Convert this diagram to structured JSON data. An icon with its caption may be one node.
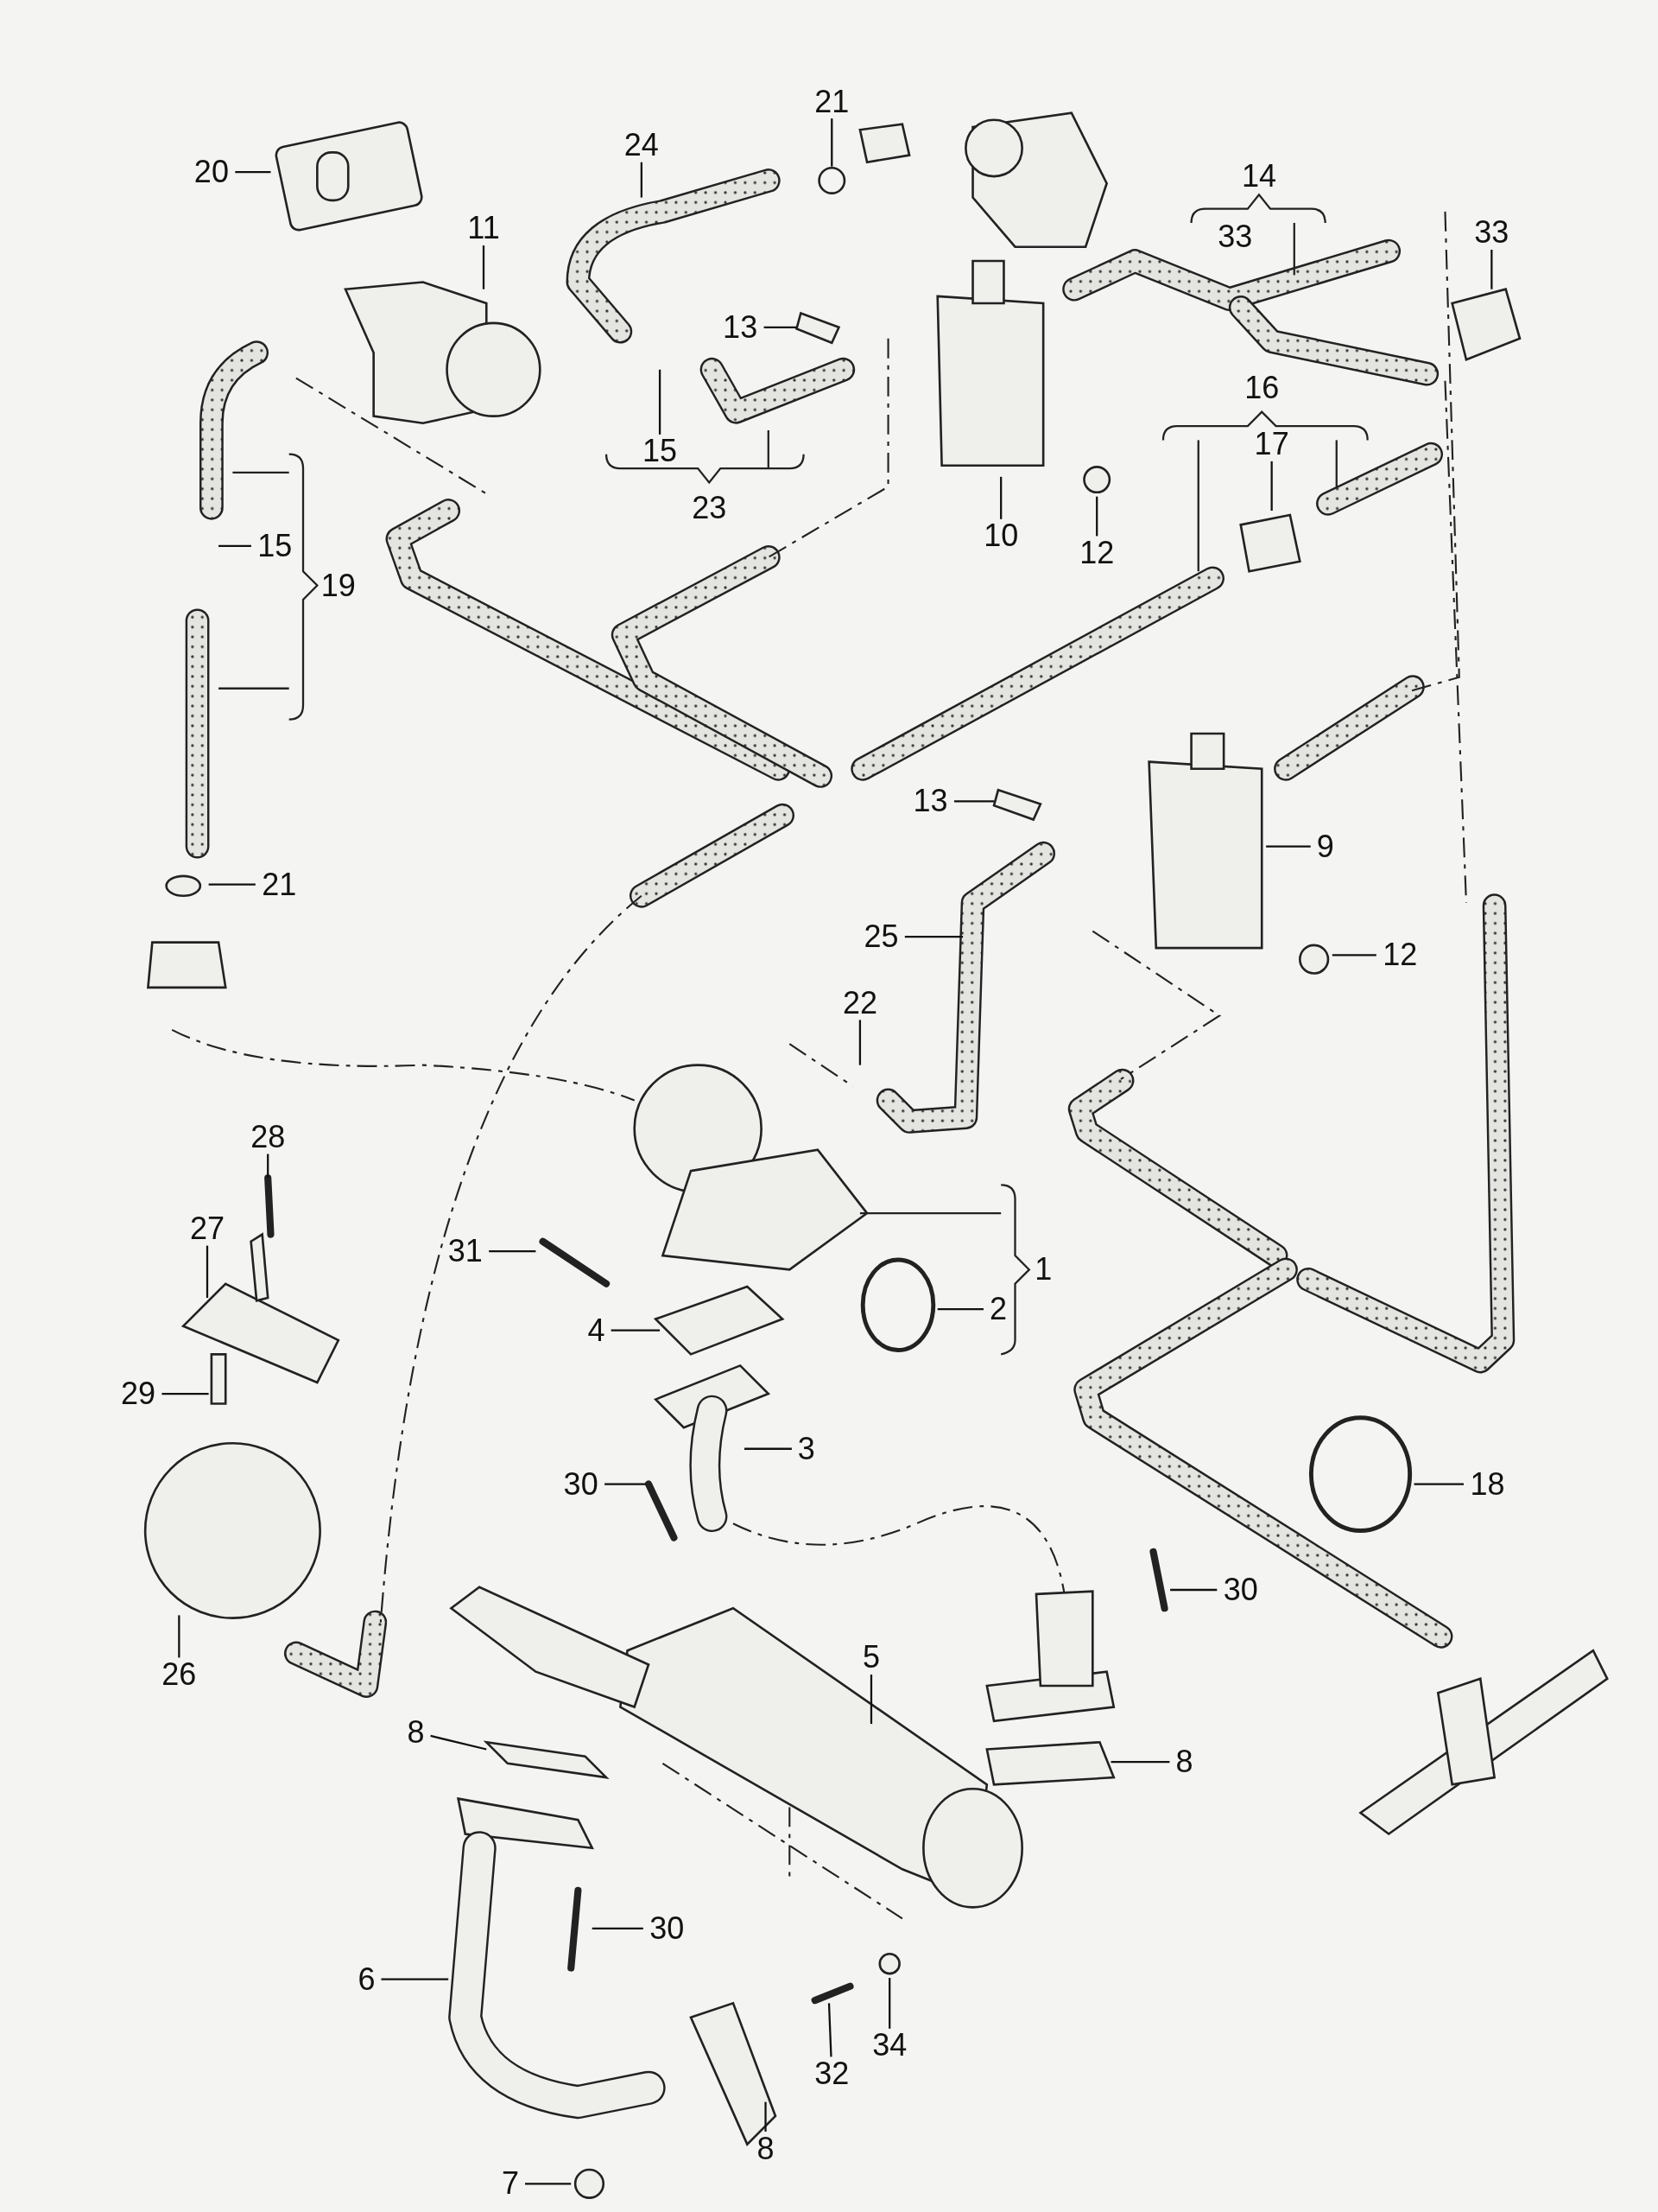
{
  "diagram": {
    "nodes": [
      {
        "text": [
          "21"
        ]
      },
      {
        "text": [
          "24"
        ]
      },
      {
        "text": [
          "20"
        ]
      },
      {
        "text": [
          "11"
        ]
      },
      {
        "text": [
          "33"
        ]
      },
      {
        "text": [
          "13"
        ]
      },
      {
        "text": [
          "17"
        ]
      },
      {
        "text": [
          "15"
        ]
      },
      {
        "text": [
          "10"
        ]
      },
      {
        "text": [
          "15"
        ]
      },
      {
        "text": [
          "12"
        ]
      },
      {
        "text": [
          "13"
        ]
      },
      {
        "text": [
          "9"
        ]
      },
      {
        "text": [
          "21"
        ]
      },
      {
        "text": [
          "25"
        ]
      },
      {
        "text": [
          "12"
        ]
      },
      {
        "text": [
          "22"
        ]
      },
      {
        "text": [
          "28"
        ]
      },
      {
        "text": [
          "27"
        ]
      },
      {
        "text": [
          "31"
        ]
      },
      {
        "text": [
          "2"
        ]
      },
      {
        "text": [
          "4"
        ]
      },
      {
        "text": [
          "29"
        ]
      },
      {
        "text": [
          "3"
        ]
      },
      {
        "text": [
          "30"
        ]
      },
      {
        "text": [
          "18"
        ]
      },
      {
        "text": [
          "30"
        ]
      },
      {
        "text": [
          "5"
        ]
      },
      {
        "text": [
          "26"
        ]
      },
      {
        "text": [
          "8"
        ]
      },
      {
        "text": [
          "8"
        ]
      },
      {
        "text": [
          "30"
        ]
      },
      {
        "text": [
          "6"
        ]
      },
      {
        "text": [
          "34"
        ]
      },
      {
        "text": [
          "32"
        ]
      },
      {
        "text": [
          "8"
        ]
      },
      {
        "text": [
          "7"
        ]
      }
    ],
    "edges": [
      {
        "from": 0,
        "to": null,
        "arrow": "none"
      },
      {
        "from": 1,
        "to": null,
        "arrow": "none"
      },
      {
        "from": 2,
        "to": null,
        "arrow": "none"
      },
      {
        "from": 3,
        "to": null,
        "arrow": "none"
      },
      {
        "from": 4,
        "to": null,
        "arrow": "none"
      },
      {
        "from": 5,
        "to": null,
        "arrow": "none"
      },
      {
        "from": 6,
        "to": null,
        "arrow": "none"
      },
      {
        "from": 7,
        "to": null,
        "arrow": "none"
      },
      {
        "from": 8,
        "to": null,
        "arrow": "none"
      },
      {
        "from": 9,
        "to": null,
        "arrow": "none"
      },
      {
        "from": 10,
        "to": null,
        "arrow": "none"
      },
      {
        "from": 11,
        "to": null,
        "arrow": "none"
      },
      {
        "from": 12,
        "to": null,
        "arrow": "none"
      },
      {
        "from": 13,
        "to": null,
        "arrow": "none"
      },
      {
        "from": 14,
        "to": null,
        "arrow": "none"
      },
      {
        "from": 15,
        "to": null,
        "arrow": "none"
      },
      {
        "from": 16,
        "to": null,
        "arrow": "none"
      },
      {
        "from": 17,
        "to": null,
        "arrow": "none"
      },
      {
        "from": 18,
        "to": null,
        "arrow": "none"
      },
      {
        "from": 19,
        "to": null,
        "arrow": "none"
      },
      {
        "from": 20,
        "to": null,
        "arrow": "none"
      },
      {
        "from": 21,
        "to": null,
        "arrow": "none"
      },
      {
        "from": 22,
        "to": null,
        "arrow": "none"
      },
      {
        "from": 23,
        "to": null,
        "arrow": "none"
      },
      {
        "from": 24,
        "to": null,
        "arrow": "none"
      },
      {
        "from": 25,
        "to": null,
        "arrow": "none"
      },
      {
        "from": 26,
        "to": null,
        "arrow": "none"
      },
      {
        "from": 27,
        "to": null,
        "arrow": "none"
      },
      {
        "from": 28,
        "to": null,
        "arrow": "none"
      },
      {
        "from": 29,
        "to": null,
        "arrow": "none"
      },
      {
        "from": 30,
        "to": null,
        "arrow": "none"
      },
      {
        "from": 31,
        "to": null,
        "arrow": "none"
      },
      {
        "from": 32,
        "to": null,
        "arrow": "none"
      },
      {
        "from": 33,
        "to": null,
        "arrow": "none"
      },
      {
        "from": 34,
        "to": null,
        "arrow": "none"
      },
      {
        "from": 35,
        "to": null,
        "arrow": "none"
      },
      {
        "from": 36,
        "to": null,
        "arrow": "none"
      }
    ],
    "labels": [
      "14",
      "33",
      "16",
      "23",
      "19",
      "1"
    ]
  }
}
